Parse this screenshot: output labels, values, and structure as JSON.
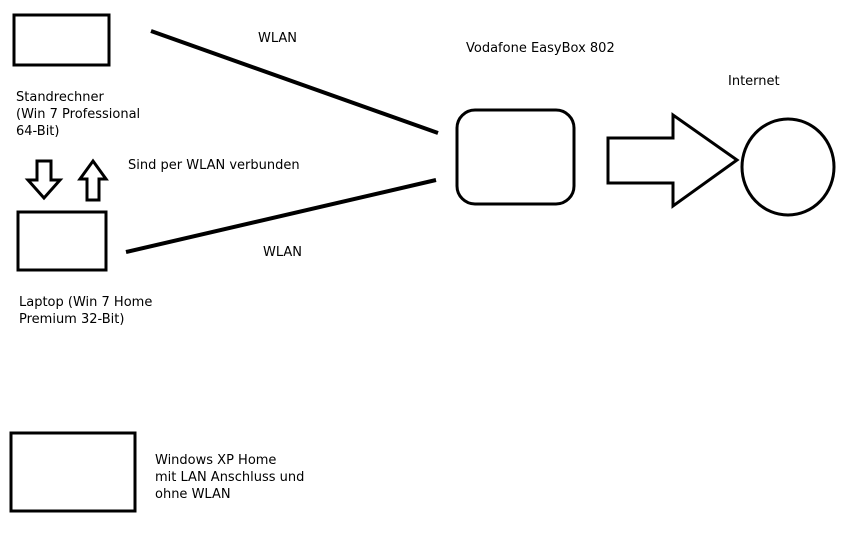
{
  "nodes": {
    "standrechner": {
      "lines": [
        "Standrechner",
        "(Win 7 Professional",
        "64-Bit)"
      ]
    },
    "laptop": {
      "lines": [
        "Laptop (Win 7 Home",
        "Premium 32-Bit)"
      ]
    },
    "router": {
      "label": "Vodafone EasyBox 802"
    },
    "internet": {
      "label": "Internet"
    },
    "xp_pc": {
      "lines": [
        "Windows XP Home",
        "mit LAN Anschluss und",
        "ohne WLAN"
      ]
    }
  },
  "connections": {
    "wlan_top": "WLAN",
    "wlan_bottom": "WLAN",
    "pc_laptop": "Sind per WLAN verbunden"
  },
  "style": {
    "stroke": "#000000",
    "background": "#ffffff"
  }
}
